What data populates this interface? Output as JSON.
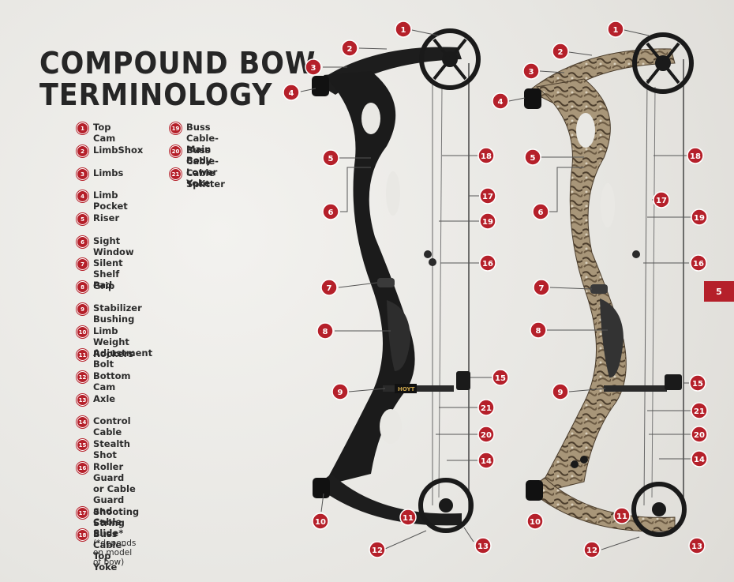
{
  "title": {
    "line1": "COMPOUND BOW",
    "line2": "TERMINOLOGY"
  },
  "page_number": "5",
  "legend": [
    {
      "num": "1",
      "label": "Top Cam"
    },
    {
      "num": "2",
      "label": "LimbShox"
    },
    {
      "num": "3",
      "label": "Limbs"
    },
    {
      "num": "4",
      "label": "Limb Pocket"
    },
    {
      "num": "5",
      "label": "Riser"
    },
    {
      "num": "6",
      "label": "Sight Window"
    },
    {
      "num": "7",
      "label": "Silent Shelf Pad"
    },
    {
      "num": "8",
      "label": "Grip"
    },
    {
      "num": "9",
      "label": "Stabilizer Bushing"
    },
    {
      "num": "10",
      "label": "Limb Weight Adjustment Bolt"
    },
    {
      "num": "11",
      "label": "Rockers"
    },
    {
      "num": "12",
      "label": "Bottom Cam"
    },
    {
      "num": "13",
      "label": "Axle"
    },
    {
      "num": "14",
      "label": "Control Cable"
    },
    {
      "num": "15",
      "label": "Stealth Shot"
    },
    {
      "num": "16",
      "label": "Roller Guard or Cable Guard",
      "label2": "and Cable Slide*",
      "note": "(*depends on model of bow)"
    },
    {
      "num": "17",
      "label": "Shooting String"
    },
    {
      "num": "18",
      "label": "Buss Cable-Top Yoke"
    },
    {
      "num": "19",
      "label": "Buss Cable-Main Body"
    },
    {
      "num": "20",
      "label": "Buss Cable-Lower Yoke"
    },
    {
      "num": "21",
      "label": "Cable Splitter"
    }
  ],
  "riser_brand": "HOYT",
  "colors": {
    "accent": "#b5202a",
    "black_bow": "#1b1b1b",
    "camo_bow": "#9b8a70"
  }
}
